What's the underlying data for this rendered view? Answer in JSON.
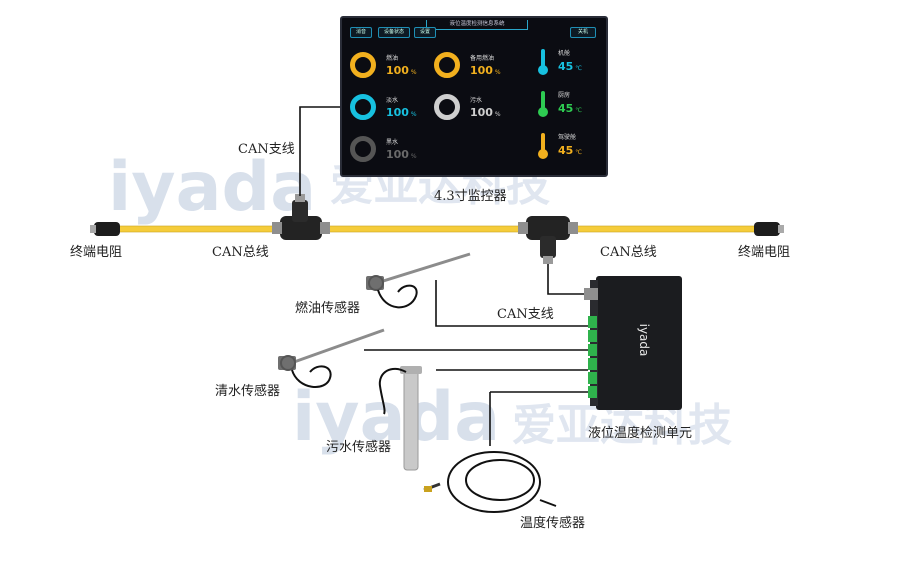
{
  "colors": {
    "cable": "#f5cc3a",
    "fuel": "#f2b01e",
    "fresh_water": "#17c1e0",
    "waste_water": "#bdbdbd",
    "black_water": "#4a4a4a",
    "temp_cabin": "#17c1e0",
    "temp_kitchen": "#2ecc52",
    "temp_cockpit": "#f2b01e",
    "watermark": "#b9c7dc"
  },
  "watermark": {
    "logo": "iyada",
    "cn": "爱亚达科技"
  },
  "monitor": {
    "title": "液位温度检测信息系统",
    "buttons": [
      "消音",
      "设备状态",
      "设置",
      "关机"
    ],
    "tanks": [
      {
        "name": "燃油",
        "value": "100",
        "unit": "%",
        "color": "#f2b01e"
      },
      {
        "name": "备用燃油",
        "value": "100",
        "unit": "%",
        "color": "#f2b01e"
      },
      {
        "name": "淡水",
        "value": "100",
        "unit": "%",
        "color": "#17c1e0"
      },
      {
        "name": "污水",
        "value": "100",
        "unit": "%",
        "color": "#cfcfcf"
      },
      {
        "name": "黑水",
        "value": "100",
        "unit": "%",
        "color": "#555555"
      }
    ],
    "temps": [
      {
        "name": "机舱",
        "value": "45",
        "unit": "℃",
        "color": "#17c1e0"
      },
      {
        "name": "厨房",
        "value": "45",
        "unit": "℃",
        "color": "#2ecc52"
      },
      {
        "name": "驾驶舱",
        "value": "45",
        "unit": "℃",
        "color": "#f2b01e"
      }
    ]
  },
  "labels": {
    "monitor": "4.3寸监控器",
    "can_branch_top": "CAN支线",
    "can_branch_mid": "CAN支线",
    "can_bus_left": "CAN总线",
    "can_bus_right": "CAN总线",
    "terminator_left": "终端电阻",
    "terminator_right": "终端电阻",
    "fuel_sensor": "燃油传感器",
    "fresh_sensor": "清水传感器",
    "waste_sensor": "污水传感器",
    "temp_sensor": "温度传感器",
    "unit": "液位温度检测单元",
    "unit_logo": "iyada"
  }
}
